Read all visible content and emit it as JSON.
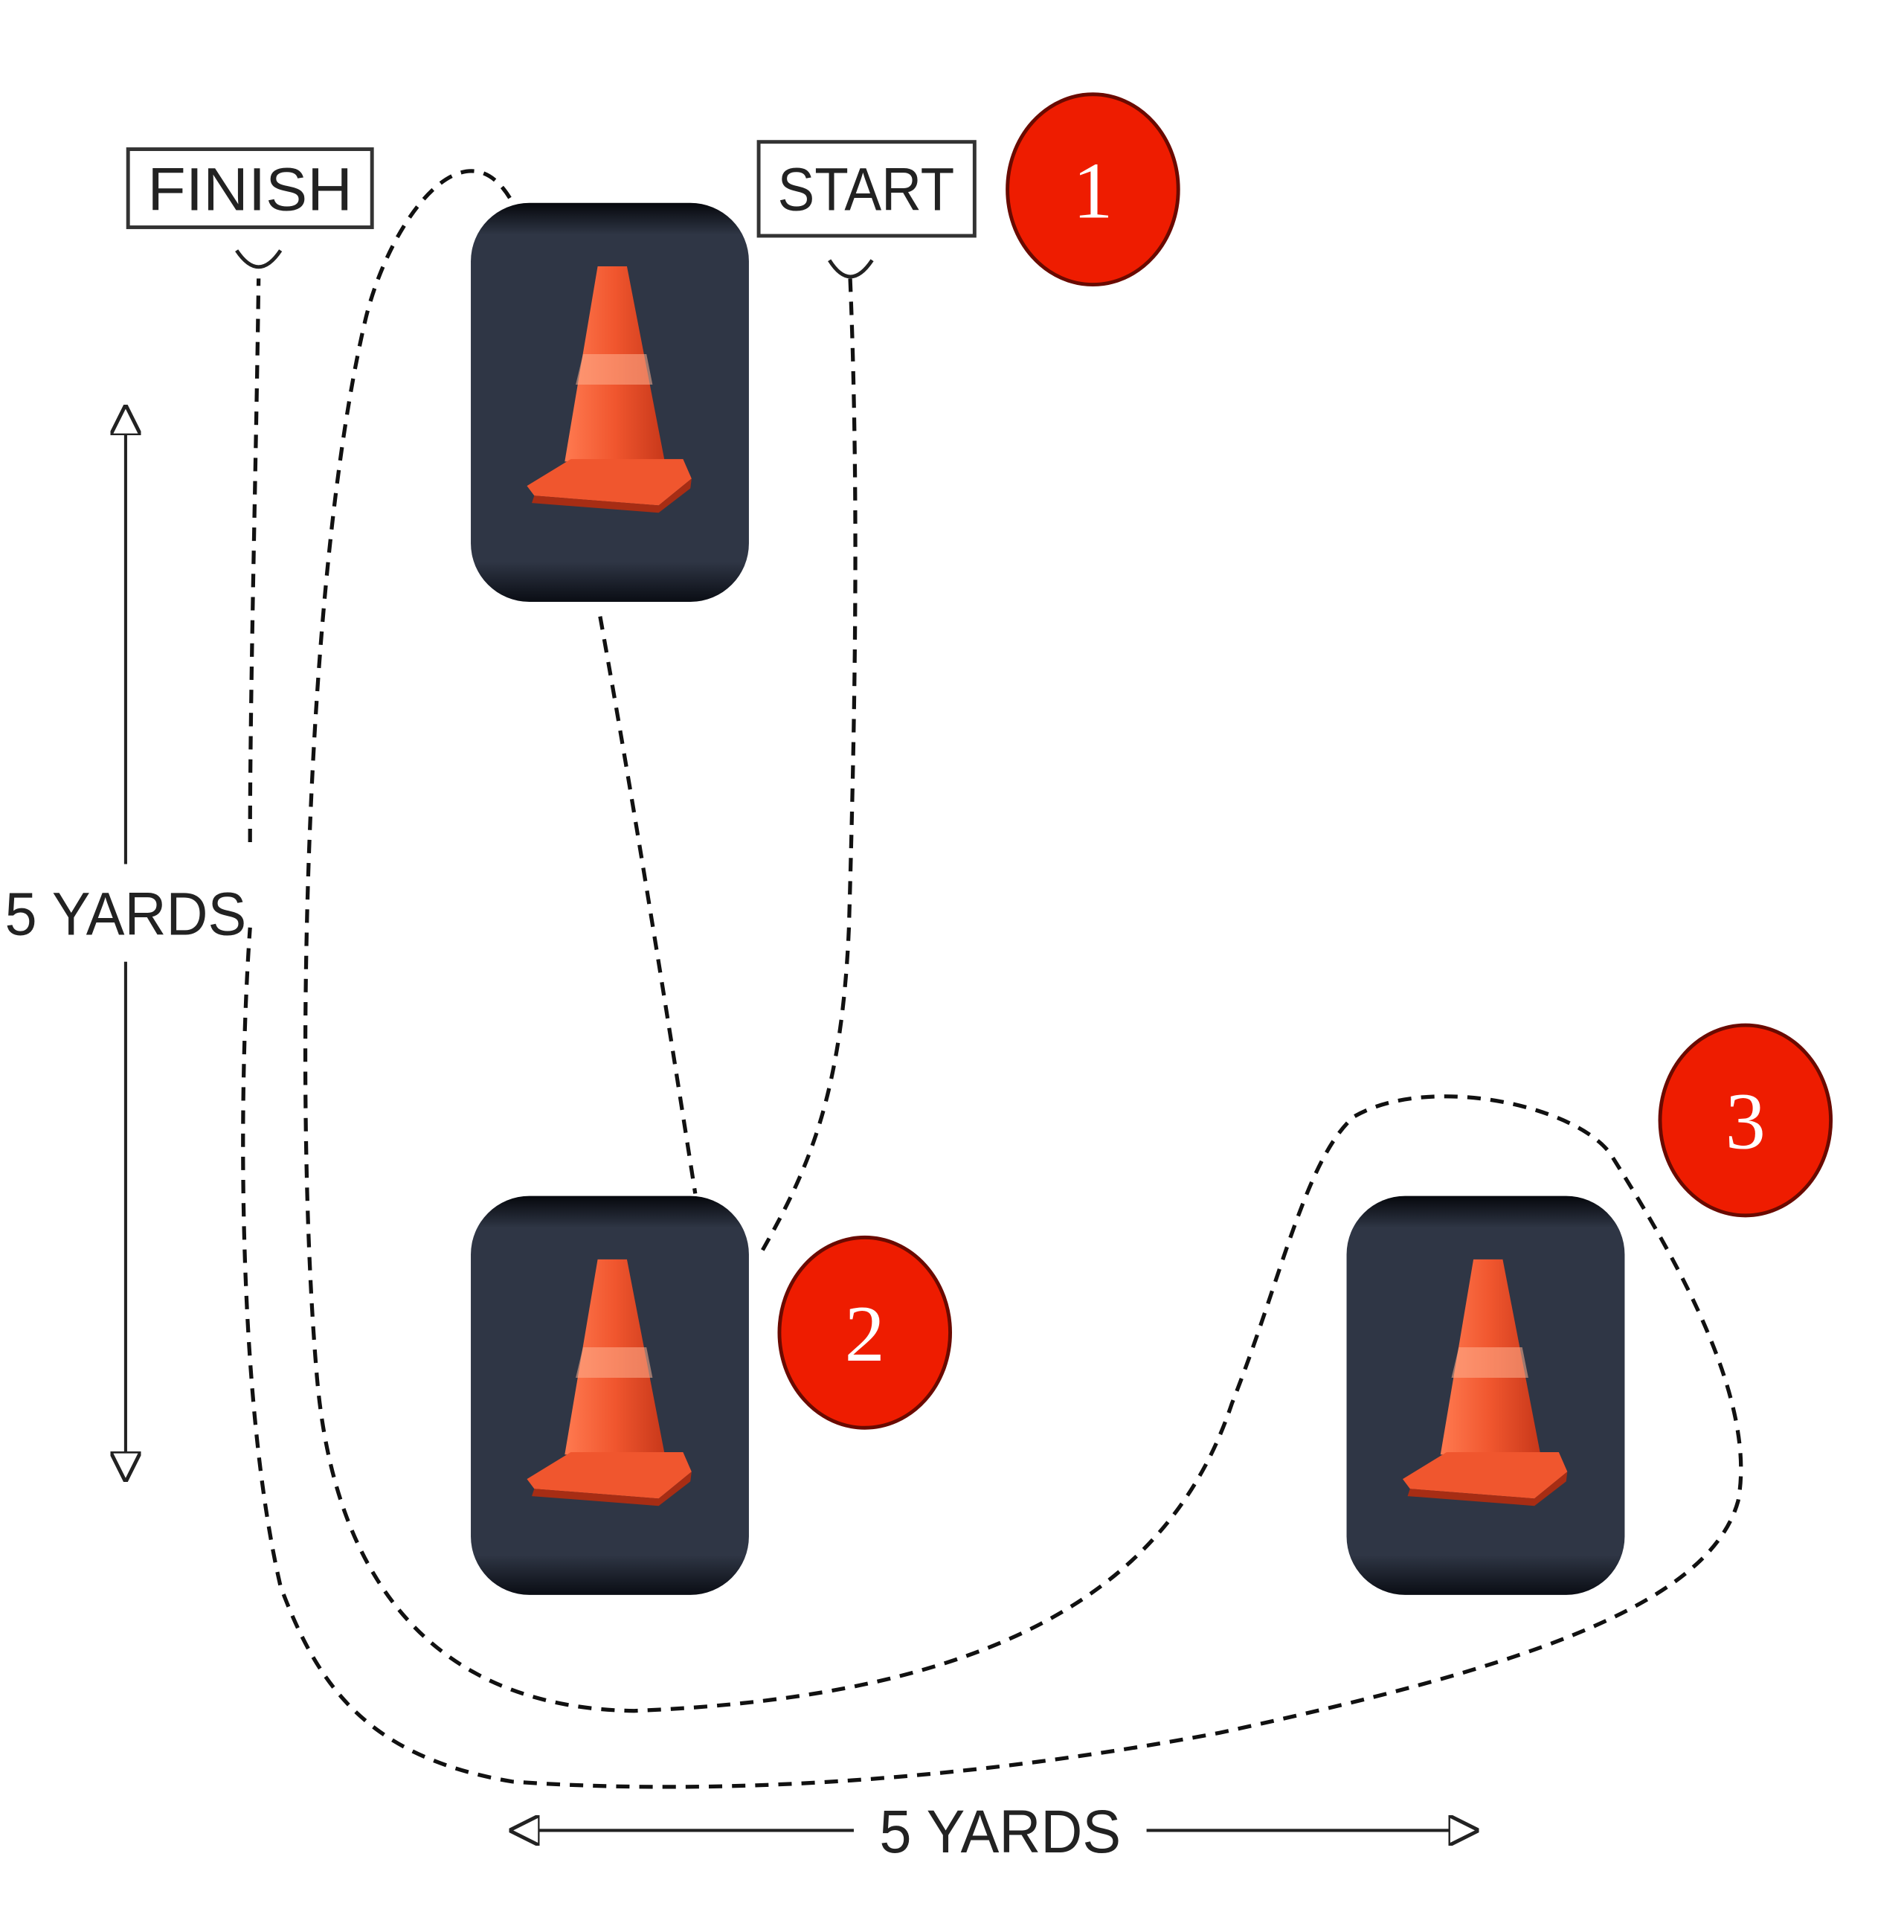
{
  "labels": {
    "start": "START",
    "finish": "FINISH",
    "vertical_distance": "5 YARDS",
    "horizontal_distance": "5 YARDS"
  },
  "steps": [
    "1",
    "2",
    "3"
  ],
  "colors": {
    "badge_red": "#ee1c00",
    "cone_orange": "#f0562e",
    "cone_bg": "#2e3442",
    "path_line": "#111111",
    "label_border": "#333333"
  },
  "icons": [
    "traffic-cone-icon",
    "traffic-cone-icon",
    "traffic-cone-icon"
  ]
}
